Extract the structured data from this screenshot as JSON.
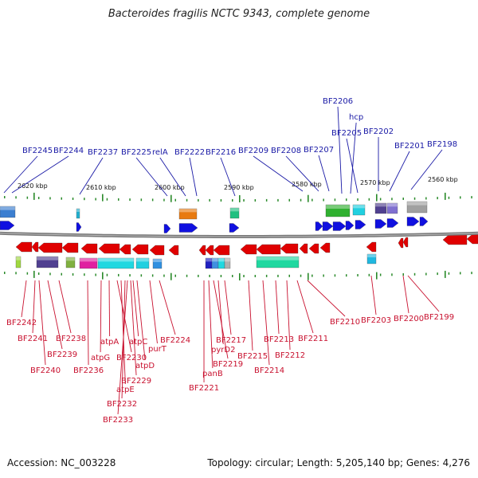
{
  "title": "Bacteroides fragilis NCTC 9343, complete genome",
  "footer": {
    "accession": "Accession: NC_003228",
    "summary": "Topology: circular; Length: 5,205,140 bp; Genes: 4,276"
  },
  "colors": {
    "backbone": "#777777",
    "forward_arrow": "#1010e0",
    "reverse_arrow": "#e00000",
    "label_forward": "#1a1aa6",
    "label_reverse": "#c8102e",
    "tick": "#2a8a2a"
  },
  "scale_ticks": [
    "2620 kbp",
    "2610 kbp",
    "2600 kbp",
    "2590 kbp",
    "2580 kbp",
    "2570 kbp",
    "2560 kbp"
  ],
  "top_labels": [
    "BF2245",
    "BF2244",
    "BF2237",
    "BF2225",
    "relA",
    "BF2222",
    "BF2216",
    "BF2209",
    "BF2208",
    "BF2207",
    "BF2206",
    "hcp",
    "BF2205",
    "BF2202",
    "BF2201",
    "BF2198"
  ],
  "bottom_labels": [
    "BF2242",
    "BF2241",
    "BF2238",
    "BF2239",
    "BF2240",
    "BF2236",
    "atpG",
    "atpA",
    "BF2230",
    "atpE",
    "BF2232",
    "BF2233",
    "BF2229",
    "atpC",
    "atpD",
    "purT",
    "BF2224",
    "BF2221",
    "panB",
    "BF2219",
    "pyrD2",
    "BF2217",
    "BF2215",
    "BF2214",
    "BF2213",
    "BF2212",
    "BF2211",
    "BF2210",
    "BF2203",
    "BF2200",
    "BF2199"
  ]
}
